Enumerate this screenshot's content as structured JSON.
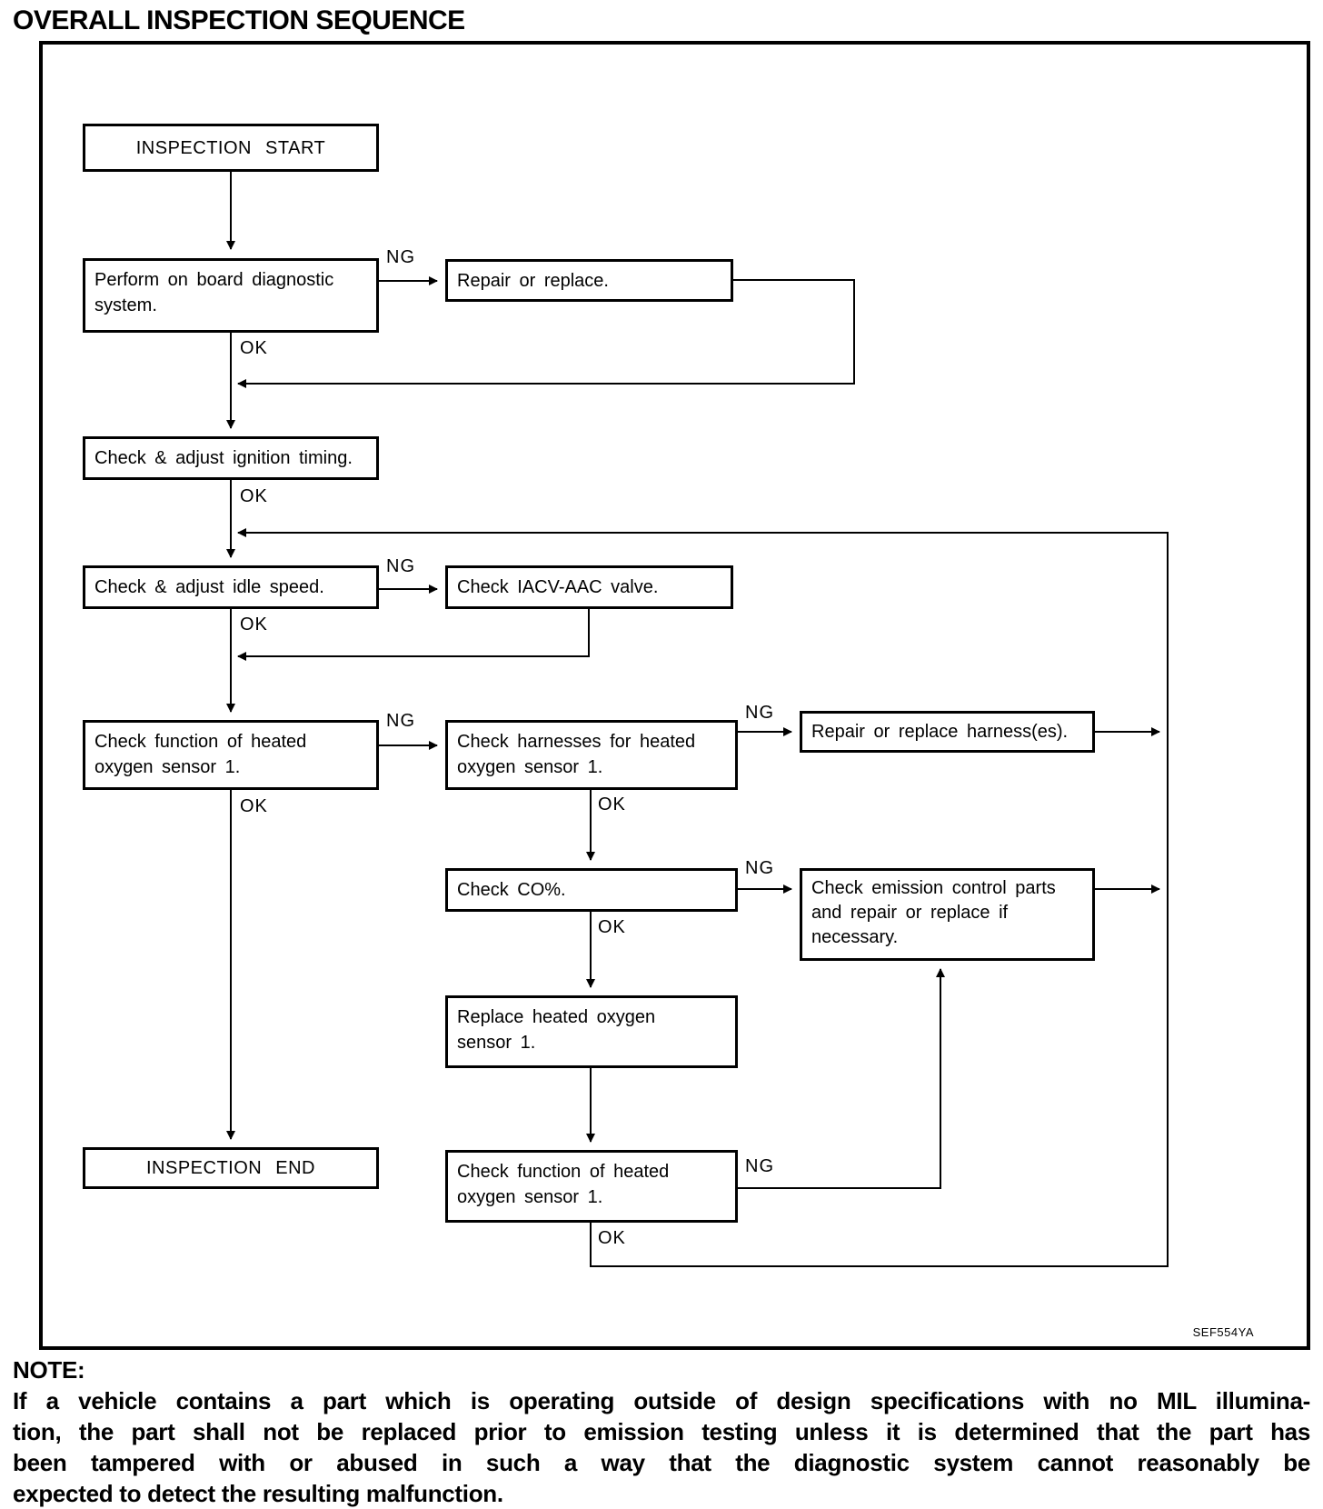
{
  "title": "OVERALL INSPECTION SEQUENCE",
  "figure_code": "SEF554YA",
  "labels": {
    "ng": "NG",
    "ok": "OK"
  },
  "nodes": {
    "start": {
      "label": "INSPECTION START"
    },
    "perform_obd": {
      "line1": "Perform on board diagnostic",
      "line2": "system."
    },
    "repair_replace": {
      "label": "Repair or replace."
    },
    "ignition_timing": {
      "label": "Check & adjust ignition timing."
    },
    "idle_speed": {
      "label": "Check & adjust idle speed."
    },
    "iacv_valve": {
      "label": "Check IACV-AAC valve."
    },
    "check_o2_sensor_1": {
      "line1": "Check function of heated",
      "line2": "oxygen sensor 1."
    },
    "check_harnesses": {
      "line1": "Check harnesses for heated",
      "line2": "oxygen sensor 1."
    },
    "repair_harness": {
      "label": "Repair or replace harness(es)."
    },
    "check_co": {
      "label": "Check CO%."
    },
    "emission_parts": {
      "line1": "Check emission control parts",
      "line2": "and repair or replace if",
      "line3": "necessary."
    },
    "replace_o2_sensor": {
      "line1": "Replace heated oxygen",
      "line2": "sensor 1."
    },
    "inspection_end": {
      "label": "INSPECTION END"
    },
    "check_o2_sensor_1_again": {
      "line1": "Check function of heated",
      "line2": "oxygen sensor 1."
    }
  },
  "note": {
    "heading": "NOTE:",
    "lines": [
      "If a vehicle contains a part which is operating outside of design specifications with no MIL illumina-",
      "tion, the part shall not be replaced prior to emission testing unless it is determined that the part has",
      "been tampered with or abused in such a way that the diagnostic system cannot reasonably be",
      "expected to detect the resulting malfunction."
    ]
  }
}
